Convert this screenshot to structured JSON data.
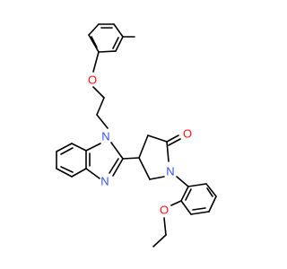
{
  "figure": {
    "type": "chemical-structure",
    "background_color": "#ffffff",
    "bond_color": "#000000",
    "heteroatom_colors": {
      "O": "#ff0d0d",
      "N": "#3050f8"
    }
  },
  "atom_labels": {
    "ether_oxygen_top": "O",
    "benzimidazole_n1": "N",
    "benzimidazole_n3": "N",
    "carbonyl_oxygen": "O",
    "pyrrolidinone_nitrogen": "N",
    "ethoxy_oxygen": "O"
  }
}
